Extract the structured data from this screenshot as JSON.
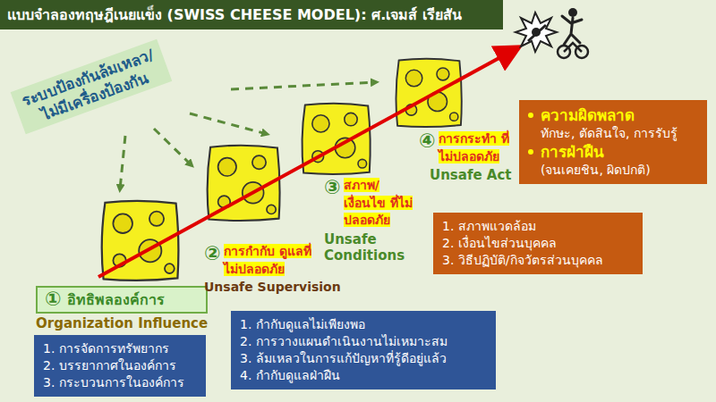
{
  "diagram": {
    "title": "แบบจำลองทฤษฎีเนยแข็ง (SWISS CHEESE MODEL): ศ.เจมส์ เรียสัน",
    "nodes": [
      {
        "text": [
          "①",
          "อิทธิพลองค์การ",
          "Organization Influence"
        ]
      },
      {
        "text": [
          "1. การจัดการทรัพยากร",
          "2. บรรยากาศในองค์การ",
          "3. กระบวนการในองค์การ"
        ]
      },
      {
        "text": [
          "②",
          "การกำกับ ดูแลที่ไม่ปลอดภัย",
          "Unsafe Supervision"
        ]
      },
      {
        "text": [
          "1. กำกับดูแลไม่เพียงพอ",
          "2. การวางแผนดำเนินงานไม่เหมาะสม",
          "3. ล้มเหลวในการแก้ปัญหาที่รู้ดีอยู่แล้ว",
          "4. กำกับดูแลฝ่าฝืน"
        ]
      },
      {
        "text": [
          "③",
          "สภาพ/ เงื่อนไข ที่ไม่ปลอดภัย",
          "Unsafe Conditions"
        ]
      },
      {
        "text": [
          "1. สภาพแวดล้อม",
          "2. เงื่อนไขส่วนบุคคล",
          "3. วิธีปฏิบัติ/กิจวัตรส่วนบุคคล"
        ]
      },
      {
        "text": [
          "④",
          "การกระทำ ที่ไม่ปลอดภัย",
          "Unsafe Act"
        ]
      },
      {
        "text": [
          "ความผิดพลาด",
          "ทักษะ, ตัดสินใจ, การรับรู้",
          "การฝ่าฝืน",
          "(จนเคยชิน, ผิดปกติ)"
        ]
      }
    ],
    "labels": [
      "ระบบป้องกันล้มเหลว/ ไม่มีเครื่องป้องกัน"
    ]
  }
}
